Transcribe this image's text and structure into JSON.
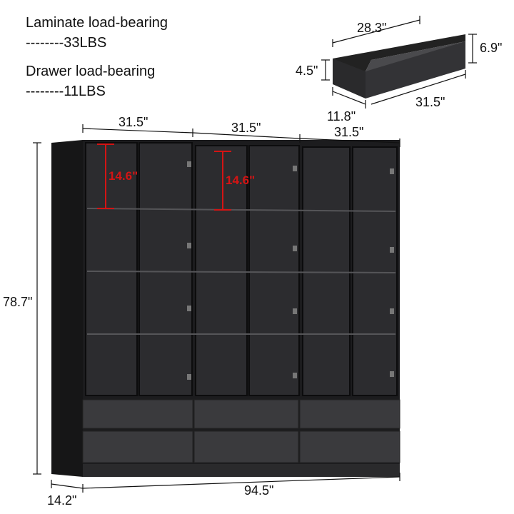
{
  "specs": {
    "laminate_title": "Laminate load-bearing",
    "laminate_value": "--------33LBS",
    "drawer_title": "Drawer load-bearing",
    "drawer_value": "--------11LBS"
  },
  "drawer_dims": {
    "width": "28.3\"",
    "height_outer": "6.9\"",
    "height_inner": "4.5\"",
    "depth": "11.8\"",
    "length": "31.5\""
  },
  "cabinet_dims": {
    "section_1": "31.5\"",
    "section_2": "31.5\"",
    "section_3": "31.5\"",
    "shelf_gap_1": "14.6\"",
    "shelf_gap_2": "14.6\"",
    "total_height": "78.7\"",
    "depth": "14.2\"",
    "total_width": "94.5\""
  },
  "colors": {
    "cabinet_body": "#1c1c1e",
    "glass": "#2c2c2f",
    "drawer_front": "#3a3a3d",
    "accent_red": "#d41414"
  }
}
